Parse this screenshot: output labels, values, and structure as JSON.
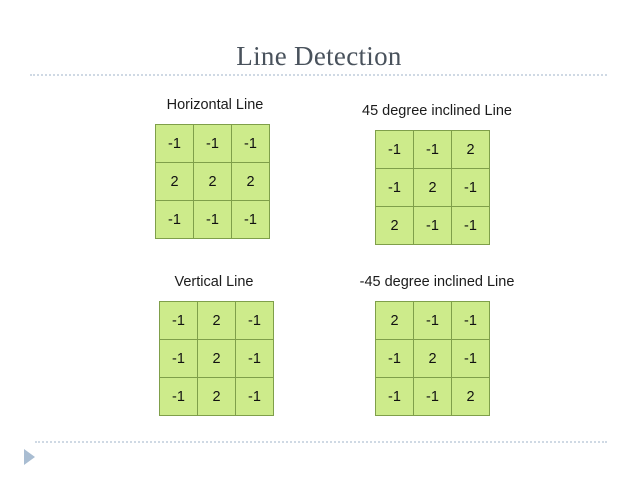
{
  "slide": {
    "title": "Line Detection",
    "background_color": "#ffffff",
    "title_color": "#49525c",
    "divider_color": "#cfd9e4",
    "arrow_color": "#a9bdd2"
  },
  "matrix_style": {
    "cell_fill": "#cdeb8b",
    "cell_border": "#7f9f4a",
    "text_color": "#111111"
  },
  "matrices": [
    {
      "id": "horizontal",
      "label": "Horizontal Line",
      "rows": [
        [
          "-1",
          "-1",
          "-1"
        ],
        [
          "2",
          "2",
          "2"
        ],
        [
          "-1",
          "-1",
          "-1"
        ]
      ]
    },
    {
      "id": "inclined-45",
      "label": "45 degree inclined Line",
      "rows": [
        [
          "-1",
          "-1",
          "2"
        ],
        [
          "-1",
          "2",
          "-1"
        ],
        [
          "2",
          "-1",
          "-1"
        ]
      ]
    },
    {
      "id": "vertical",
      "label": "Vertical Line",
      "rows": [
        [
          "-1",
          "2",
          "-1"
        ],
        [
          "-1",
          "2",
          "-1"
        ],
        [
          "-1",
          "2",
          "-1"
        ]
      ]
    },
    {
      "id": "inclined-neg45",
      "label": "-45 degree inclined Line",
      "rows": [
        [
          "2",
          "-1",
          "-1"
        ],
        [
          "-1",
          "2",
          "-1"
        ],
        [
          "-1",
          "-1",
          "2"
        ]
      ]
    }
  ]
}
